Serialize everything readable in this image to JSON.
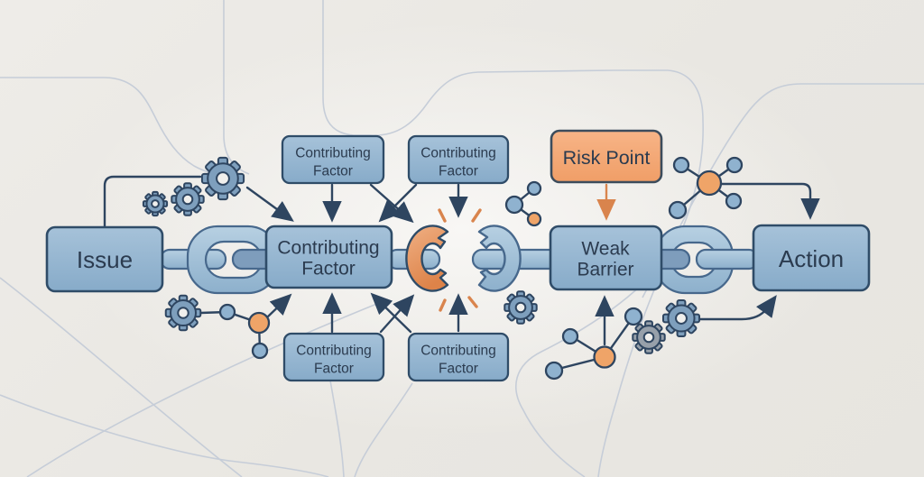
{
  "diagram": {
    "type": "root-cause-chain-illustration",
    "flow": [
      "Issue",
      "Contributing Factor",
      "Weak Barrier",
      "Action"
    ],
    "broken_link_position": "between Contributing Factor and Weak Barrier"
  },
  "palette": {
    "bg_edge": "#e9e7e2",
    "bg_center": "#f8f7f5",
    "curve_color": "#c6cdd8",
    "box_fill_top": "#a6c2d9",
    "box_fill_bottom": "#87abc9",
    "box_stroke": "#2f4c68",
    "risk_fill_top": "#f7b487",
    "risk_fill_bottom": "#f09e67",
    "risk_stroke": "#3c4c5c",
    "text_color": "#2b3b4f",
    "arrow_color": "#2e4560",
    "orange_accent": "#d9844d",
    "chain_light_top": "#b7d0e2",
    "chain_light_bottom": "#8db0cc",
    "chain_stroke": "#47688c",
    "chain_dark": "#7e9dbc",
    "break_orange_light": "#f0b084",
    "break_orange_dark": "#dd8349",
    "gear_fill": "#7e9fbd",
    "gear_gray": "#97a0aa",
    "gear_hole": "#f0efec",
    "node_blue": "#8fb2cf",
    "node_orange": "#efa468"
  },
  "nodes": {
    "issue": {
      "label": "Issue"
    },
    "contributing_factor_main": {
      "line1": "Contributing",
      "line2": "Factor"
    },
    "weak_barrier": {
      "line1": "Weak",
      "line2": "Barrier"
    },
    "action": {
      "label": "Action"
    },
    "risk_point": {
      "label": "Risk Point"
    },
    "cf_top_left": {
      "line1": "Contributing",
      "line2": "Factor"
    },
    "cf_top_right": {
      "line1": "Contributing",
      "line2": "Factor"
    },
    "cf_bottom_left": {
      "line1": "Contributing",
      "line2": "Factor"
    },
    "cf_bottom_right": {
      "line1": "Contributing",
      "line2": "Factor"
    }
  },
  "edges": [
    {
      "from": "issue",
      "to": "gear-cluster-top-left"
    },
    {
      "from": "gear-cluster-top-left",
      "to": "contributing_factor_main"
    },
    {
      "from": "cf_top_left",
      "to": "contributing_factor_main"
    },
    {
      "from": "cf_top_left",
      "to": "broken_link"
    },
    {
      "from": "cf_top_right",
      "to": "contributing_factor_main"
    },
    {
      "from": "cf_top_right",
      "to": "broken_link"
    },
    {
      "from": "cf_bottom_left",
      "to": "contributing_factor_main"
    },
    {
      "from": "cf_bottom_left",
      "to": "broken_link"
    },
    {
      "from": "cf_bottom_right",
      "to": "contributing_factor_main"
    },
    {
      "from": "cf_bottom_right",
      "to": "broken_link"
    },
    {
      "from": "risk_point",
      "to": "weak_barrier"
    },
    {
      "from": "network-nodes-left",
      "to": "contributing_factor_main"
    },
    {
      "from": "network-nodes-below-barrier",
      "to": "weak_barrier"
    },
    {
      "from": "network-hub-right",
      "to": "action"
    },
    {
      "from": "gear-pair-below-barrier",
      "to": "action"
    }
  ],
  "decorations": {
    "gear_cluster_top_left": "3 gears ascending",
    "gear_network_left": "gear linked to two blue nodes and one orange node",
    "gear_mid_bottom": "single gear right of broken link",
    "gear_pair_below_barrier": "one gray gear and one blue gear",
    "network_nodes_small": "blue hub with blue and orange satellite",
    "network_hub_right": "orange hub with four blue satellites",
    "network_hub_below_barrier": "orange hub with three blue satellites",
    "broken_chain_link": "snapped orange and blue link halves with impact marks"
  }
}
